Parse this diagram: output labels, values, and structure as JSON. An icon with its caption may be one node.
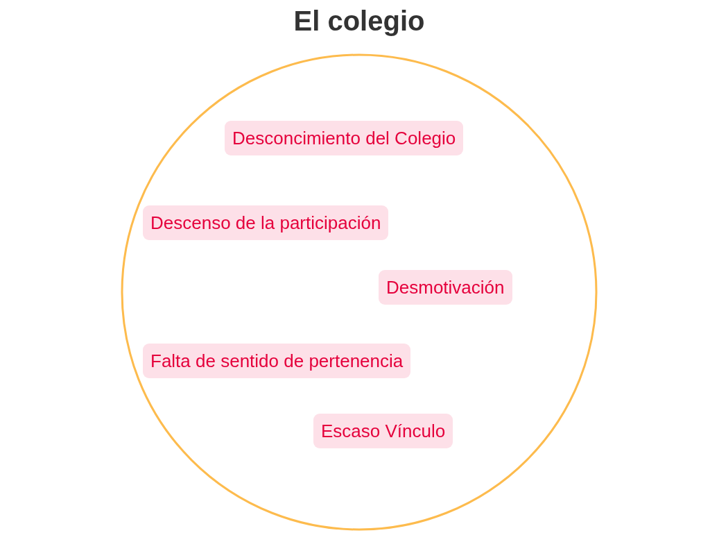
{
  "diagram": {
    "nodes": [
      {
        "text": [
          "El colegio"
        ]
      },
      {
        "text": [
          "Desconcimiento del Colegio"
        ],
        "in": 0
      },
      {
        "text": [
          "Descenso de la participación"
        ],
        "in": 0
      },
      {
        "text": [
          "Desmotivación"
        ],
        "in": 0
      },
      {
        "text": [
          "Falta de sentido de pertenencia"
        ],
        "in": 0
      },
      {
        "text": [
          "Escaso Vínculo"
        ],
        "in": 0
      }
    ]
  }
}
